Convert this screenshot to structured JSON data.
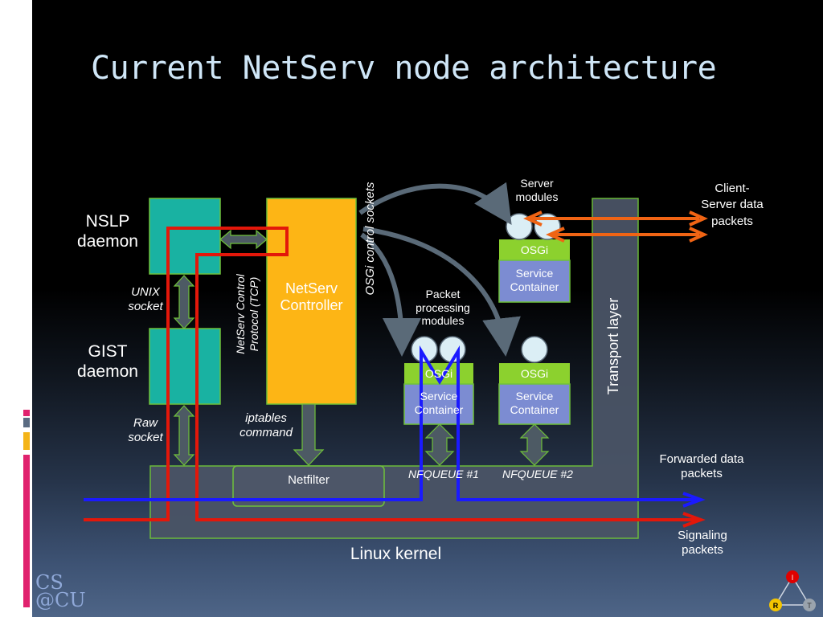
{
  "slide": {
    "title": "Current NetServ node architecture"
  },
  "diagram": {
    "nslp_daemon": "NSLP daemon",
    "gist_daemon": "GIST daemon",
    "unix_socket": "UNIX socket",
    "raw_socket": "Raw socket",
    "netserv_protocol_line1": "NetServ Control",
    "netserv_protocol_line2": "Protocol (TCP)",
    "netserv_controller": "NetServ Controller",
    "osgi_control_sockets": "OSGi control sockets",
    "iptables_command": "iptables command",
    "netfilter": "Netfilter",
    "server_modules": "Server modules",
    "packet_processing_modules": "Packet processing modules",
    "osgi": "OSGi",
    "service_container": "Service Container",
    "transport_layer": "Transport layer",
    "nfqueue_1": "NFQUEUE #1",
    "nfqueue_2": "NFQUEUE #2",
    "linux_kernel": "Linux kernel",
    "client_server_packets": "Client-Server data packets",
    "forwarded_packets": "Forwarded data packets",
    "signaling_packets": "Signaling packets"
  },
  "footer": {
    "logo_line1": "CS",
    "logo_line2": "@CU",
    "irt_r": "R",
    "irt_t": "T",
    "irt_i": "I"
  },
  "colors": {
    "teal": "#19b2a2",
    "orange": "#fdb515",
    "green": "#8cd12e",
    "periwinkle": "#7c8cd2",
    "red_path": "#e3170a",
    "blue_path": "#1a1aff",
    "orange_arrow": "#f06414"
  }
}
